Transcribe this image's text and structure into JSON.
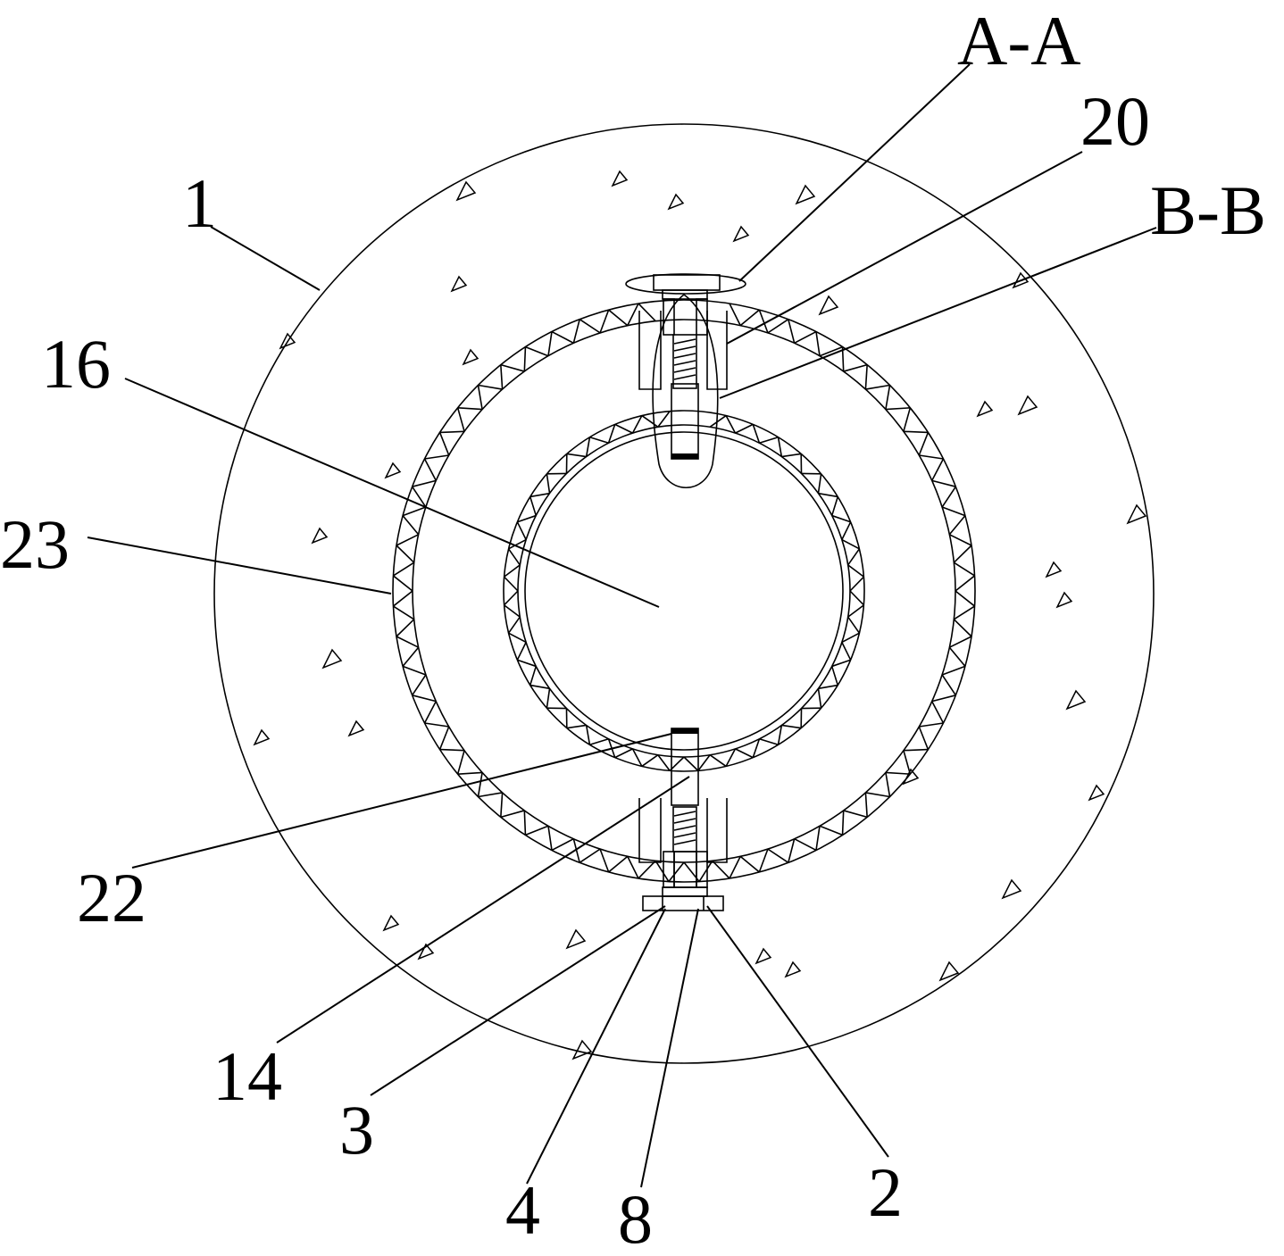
{
  "drawing": {
    "labels": {
      "l1": "1",
      "lAA": "A-A",
      "l20": "20",
      "lBB": "B-B",
      "l16": "16",
      "l23": "23",
      "l22": "22",
      "l14": "14",
      "l3": "3",
      "l4": "4",
      "l8": "8",
      "l2": "2"
    }
  }
}
